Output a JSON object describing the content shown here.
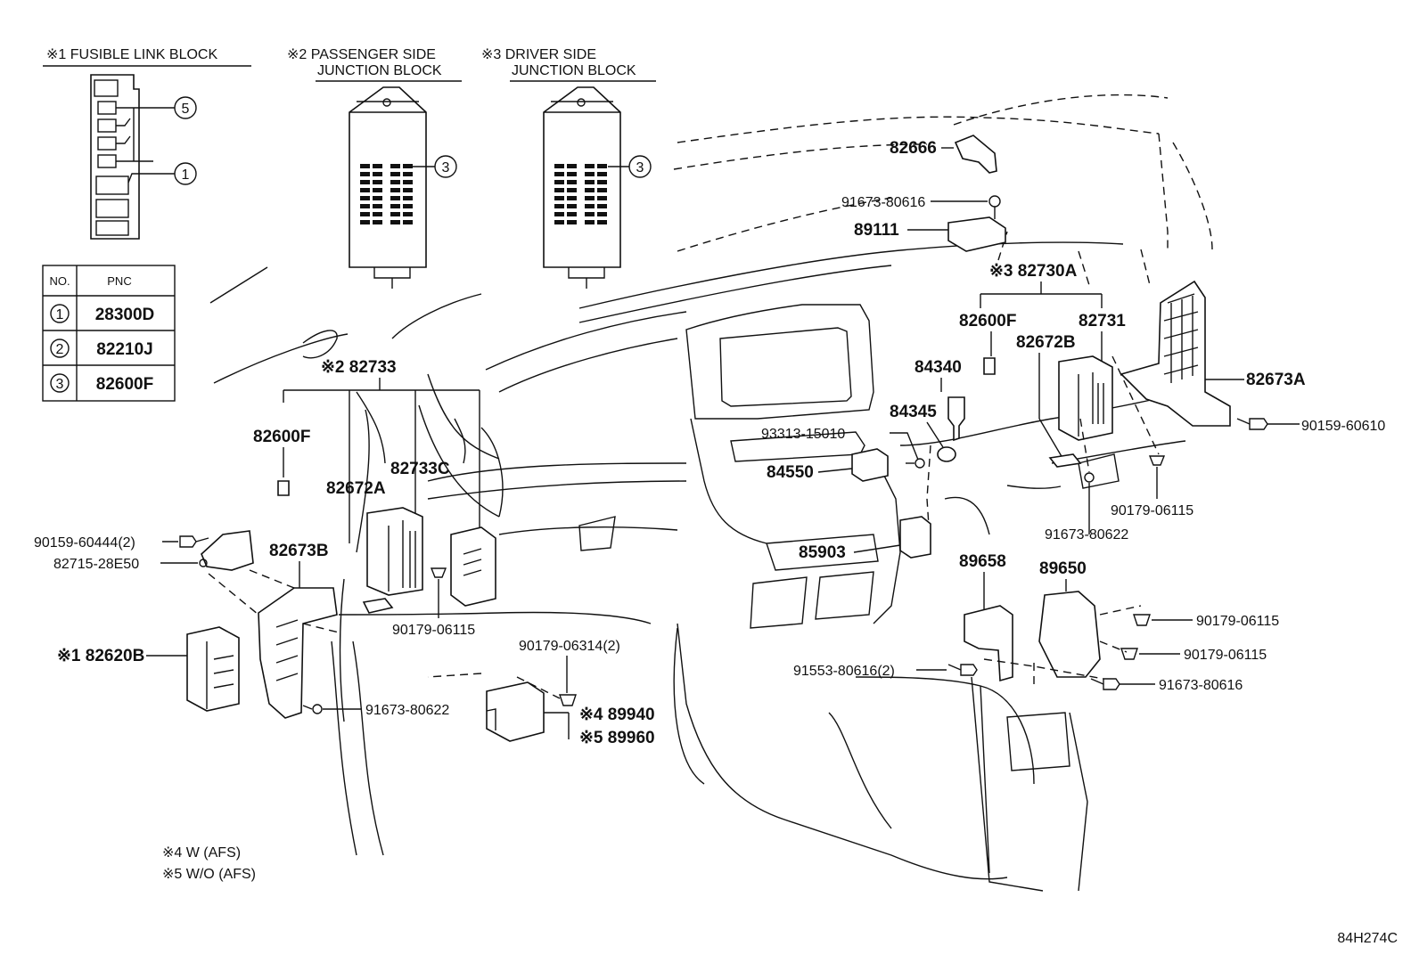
{
  "headers": {
    "fusible": "※1 FUSIBLE LINK BLOCK",
    "passenger_1": "※2 PASSENGER SIDE",
    "passenger_2": "JUNCTION BLOCK",
    "driver_1": "※3 DRIVER SIDE",
    "driver_2": "JUNCTION BLOCK"
  },
  "table": {
    "col_no": "NO.",
    "col_pnc": "PNC",
    "rows": [
      {
        "no": "1",
        "pnc": "28300D"
      },
      {
        "no": "2",
        "pnc": "82210J"
      },
      {
        "no": "3",
        "pnc": "82600F"
      }
    ]
  },
  "callouts": {
    "c5": "5",
    "c1": "1",
    "c3a": "3",
    "c3b": "3"
  },
  "parts": {
    "p82666": "82666",
    "p91673_80616_top": "91673-80616",
    "p89111": "89111",
    "p82730A": "※3 82730A",
    "p82600F_r": "82600F",
    "p82731": "82731",
    "p82672B": "82672B",
    "p84340": "84340",
    "p84345": "84345",
    "p93313": "93313-15010",
    "p84550": "84550",
    "p82673A": "82673A",
    "p90159_60610": "90159-60610",
    "p90179_06115_r": "90179-06115",
    "p91673_80622_r": "91673-80622",
    "p85903": "85903",
    "p89658": "89658",
    "p89650": "89650",
    "p90179_06115_a": "90179-06115",
    "p90179_06115_b": "90179-06115",
    "p91553": "91553-80616(2)",
    "p91673_80616_b": "91673-80616",
    "p82733": "※2 82733",
    "p82600F_l": "82600F",
    "p82733C": "82733C",
    "p82672A": "82672A",
    "p90159_60444": "90159-60444(2)",
    "p82715": "82715-28E50",
    "p82673B": "82673B",
    "p82620B": "※1 82620B",
    "p90179_06115_l": "90179-06115",
    "p90179_06314": "90179-06314(2)",
    "p89940": "※4 89940",
    "p89960": "※5 89960",
    "p91673_80622_l": "91673-80622"
  },
  "notes": {
    "n4": "※4 W (AFS)",
    "n5": "※5 W/O (AFS)"
  },
  "figure_id": "84H274C"
}
